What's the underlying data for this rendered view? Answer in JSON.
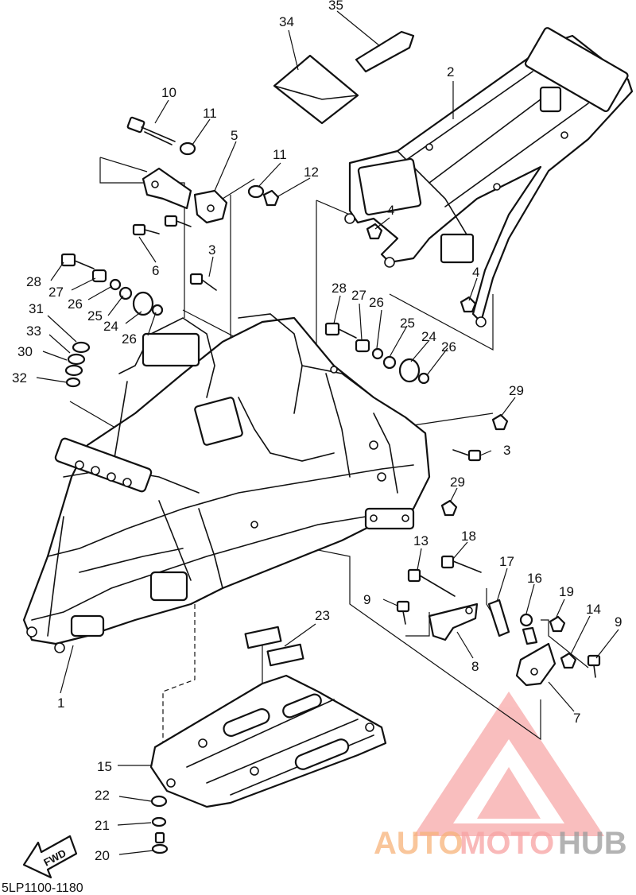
{
  "diagram_code": "5LP1100-1180",
  "fwd_label": "FWD",
  "watermark": {
    "part1": "AUTO",
    "part2": "MOTO",
    "part3": "HUB"
  },
  "callouts": [
    "1",
    "2",
    "3",
    "3",
    "4",
    "4",
    "5",
    "6",
    "7",
    "8",
    "9",
    "9",
    "10",
    "11",
    "11",
    "12",
    "13",
    "14",
    "15",
    "16",
    "17",
    "18",
    "19",
    "20",
    "21",
    "22",
    "23",
    "24",
    "24",
    "25",
    "25",
    "26",
    "26",
    "26",
    "26",
    "27",
    "27",
    "28",
    "28",
    "29",
    "29",
    "30",
    "31",
    "32",
    "33",
    "34",
    "35"
  ],
  "colors": {
    "line": "#111111",
    "watermark_red": "#f58a8a",
    "watermark_orange": "#f7a35c",
    "watermark_gray": "#8c8c8c"
  }
}
